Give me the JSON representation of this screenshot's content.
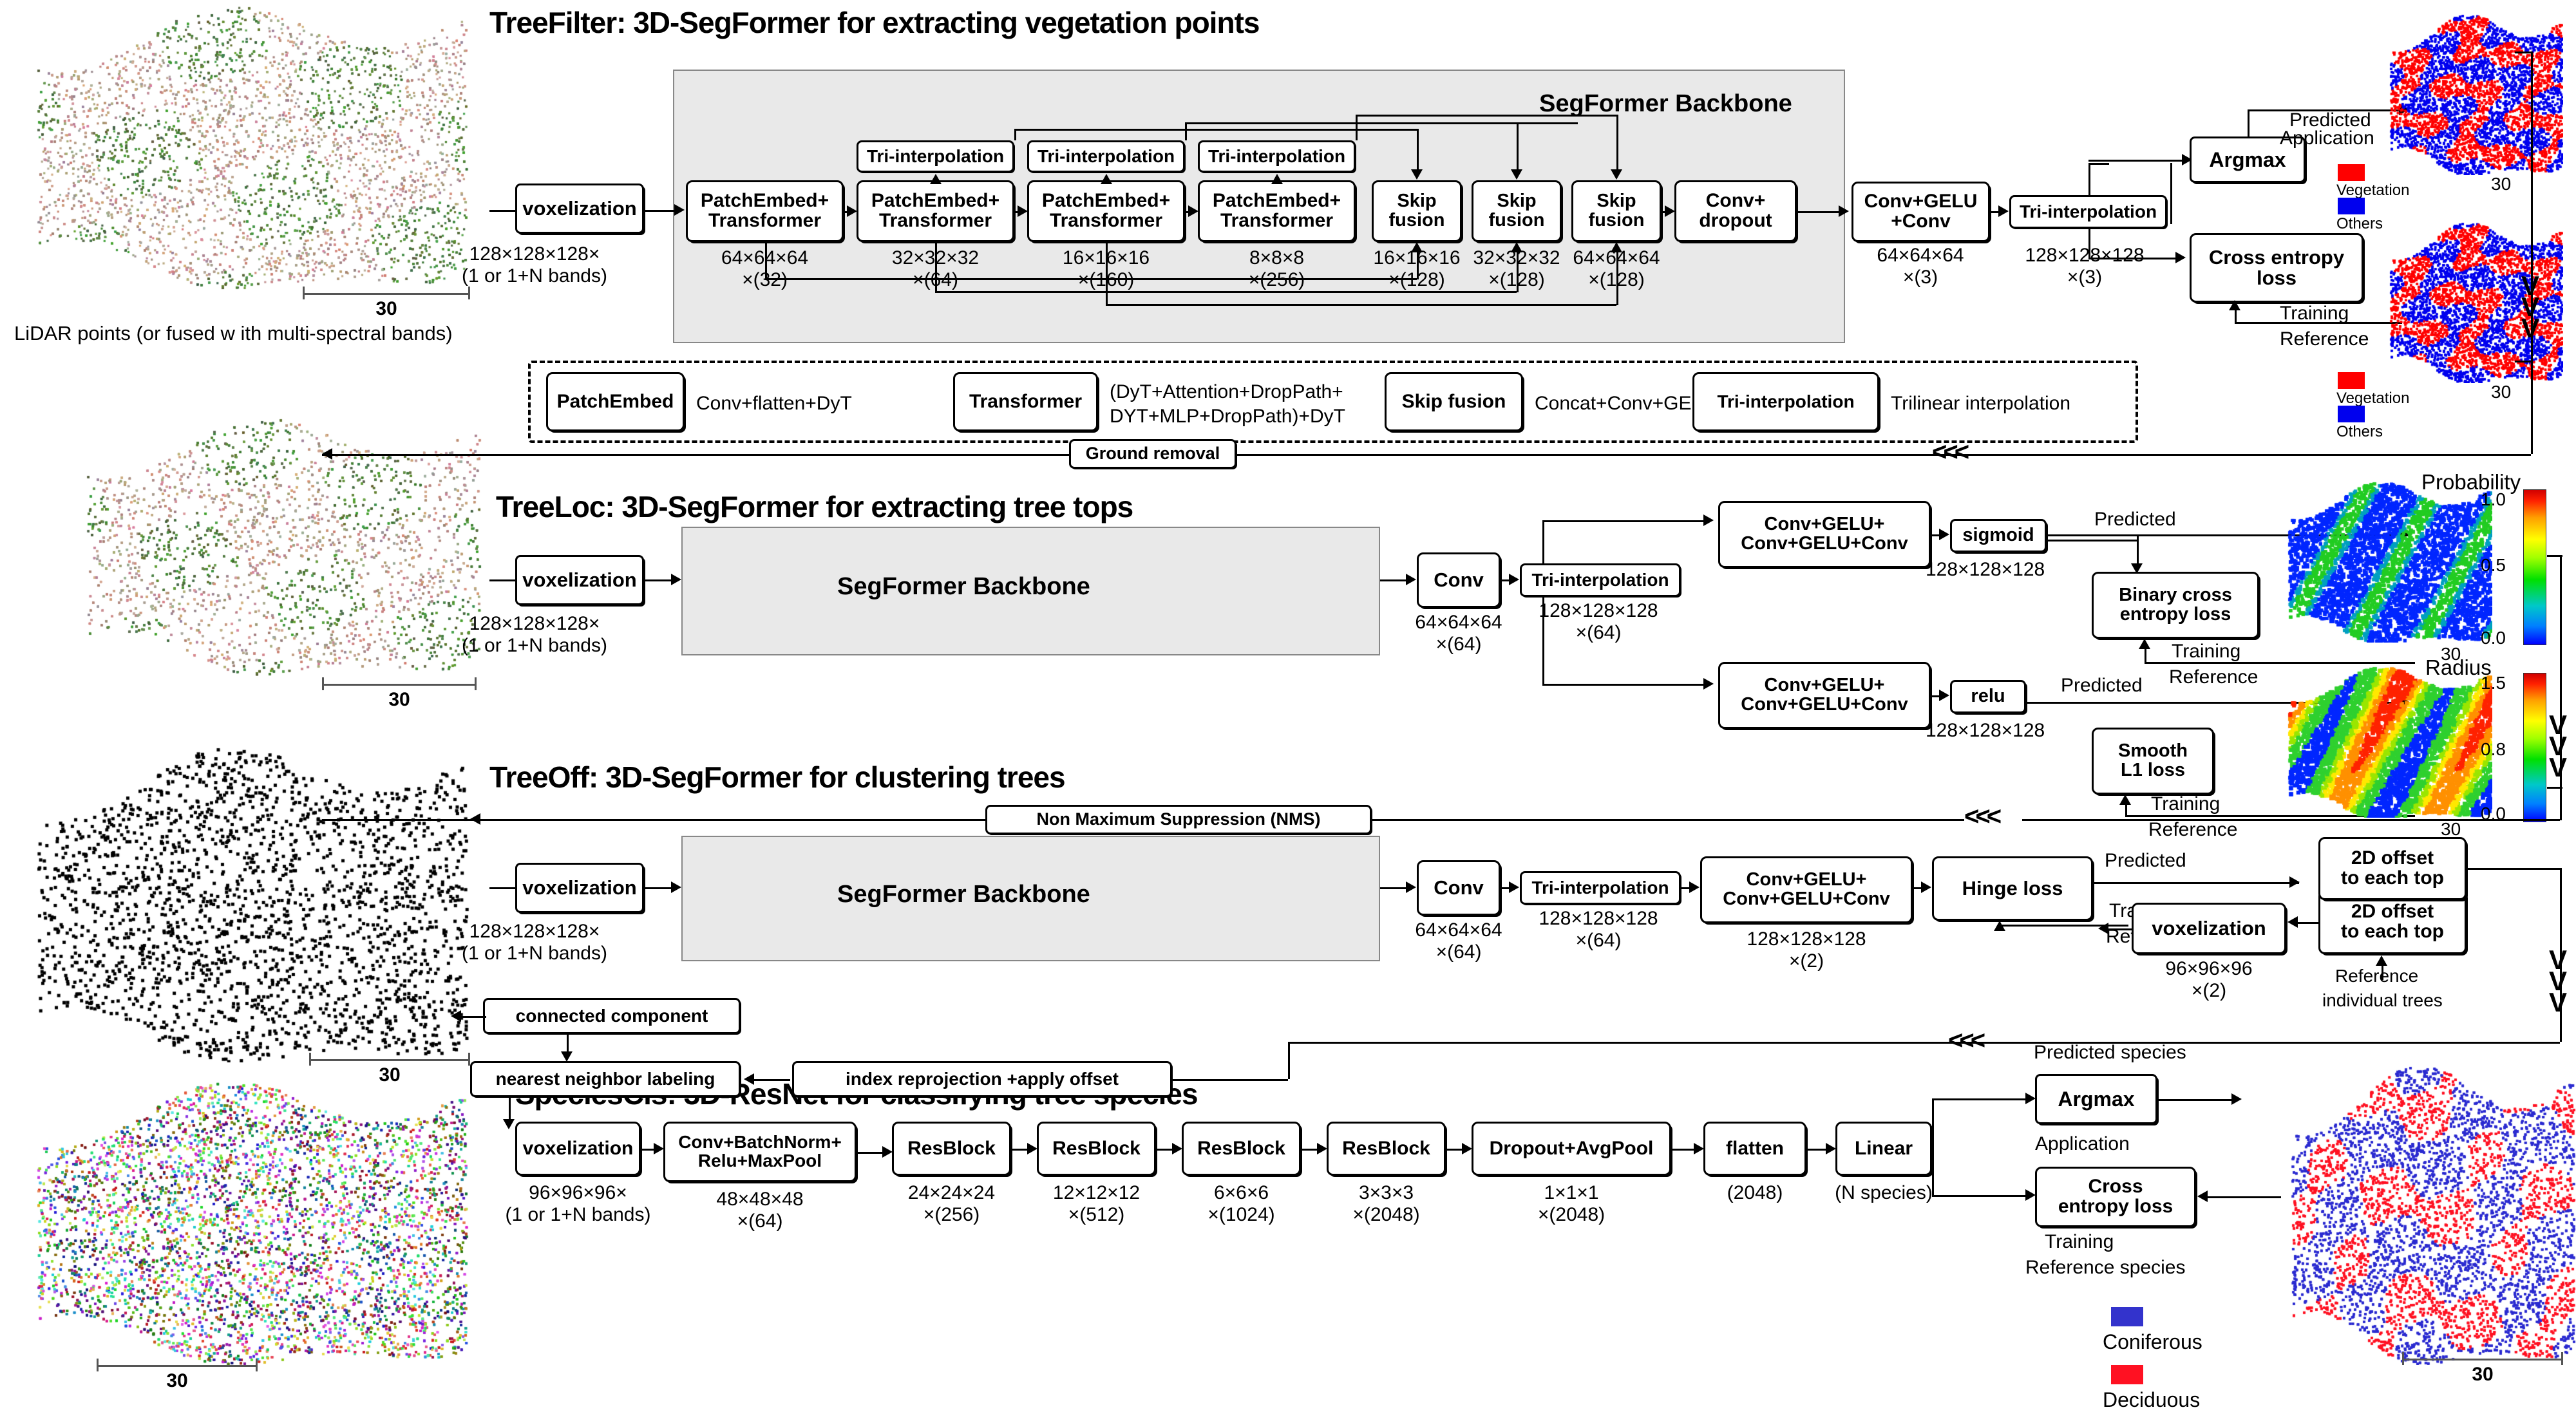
{
  "figure": {
    "scale_label": "30",
    "input_caption": "LiDAR points (or fused w ith multi-spectral bands)"
  },
  "sections": [
    {
      "id": "treefilter",
      "title": "TreeFilter: 3D-SegFormer for extracting vegetation points"
    },
    {
      "id": "treeloc",
      "title": "TreeLoc: 3D-SegFormer for extracting tree tops"
    },
    {
      "id": "treeoff",
      "title": "TreeOff: 3D-SegFormer for clustering trees"
    },
    {
      "id": "speciescls",
      "title": "SpeciesCls: 3D-ResNet for classifying tree species"
    }
  ],
  "treefilter": {
    "voxelization": "voxelization",
    "input_dim1": "128×128×128×",
    "input_dim2": "(1 or 1+N bands)",
    "backbone_label": "SegFormer Backbone",
    "stage_blocks": [
      {
        "label": "PatchEmbed+\nTransformer",
        "dim1": "64×64×64",
        "dim2": "×(32)"
      },
      {
        "label": "PatchEmbed+\nTransformer",
        "dim1": "32×32×32",
        "dim2": "×(64)"
      },
      {
        "label": "PatchEmbed+\nTransformer",
        "dim1": "16×16×16",
        "dim2": "×(160)"
      },
      {
        "label": "PatchEmbed+\nTransformer",
        "dim1": "8×8×8",
        "dim2": "×(256)"
      }
    ],
    "tri_interp_label": "Tri-interpolation",
    "skip_blocks": [
      {
        "label": "Skip\nfusion",
        "dim1": "16×16×16",
        "dim2": "×(128)"
      },
      {
        "label": "Skip\nfusion",
        "dim1": "32×32×32",
        "dim2": "×(128)"
      },
      {
        "label": "Skip\nfusion",
        "dim1": "64×64×64",
        "dim2": "×(128)"
      }
    ],
    "conv_dropout": "Conv+\ndropout",
    "conv_gelu_conv": "Conv+GELU\n+Conv",
    "conv_gelu_conv_dim1": "64×64×64",
    "conv_gelu_conv_dim2": "×(3)",
    "tri_interp_out": "Tri-interpolation",
    "tri_interp_out_dim1": "128×128×128",
    "tri_interp_out_dim2": "×(3)",
    "argmax": "Argmax",
    "cross_entropy_loss": "Cross entropy\nloss",
    "predicted": "Predicted",
    "application": "Application",
    "training": "Training",
    "reference": "Reference",
    "legend": [
      {
        "color": "#ff0000",
        "label": "Vegetation"
      },
      {
        "color": "#0000ee",
        "label": "Others"
      }
    ]
  },
  "legend_panel": {
    "items": [
      {
        "box": "PatchEmbed",
        "desc": "Conv+flatten+DyT"
      },
      {
        "box": "Transformer",
        "desc": "(DyT+Attention+DropPath+\nDYT+MLP+DropPath)+DyT"
      },
      {
        "box": "Skip fusion",
        "desc": "Concat+Conv+GELU"
      },
      {
        "box": "Tri-interpolation",
        "desc": "Trilinear interpolation"
      }
    ]
  },
  "flow_labels": {
    "ground_removal": "Ground removal",
    "nms": "Non Maximum Suppression (NMS)",
    "connected_component": "connected component",
    "nearest_neighbor_labeling": "nearest neighbor labeling",
    "index_reprojection": "index reprojection +apply offset",
    "back_arrow": "<<<"
  },
  "treeloc": {
    "voxelization": "voxelization",
    "input_dim1": "128×128×128×",
    "input_dim2": "(1 or 1+N bands)",
    "backbone_label": "SegFormer Backbone",
    "conv": "Conv",
    "conv_dim1": "64×64×64",
    "conv_dim2": "×(64)",
    "tri_interp": "Tri-interpolation",
    "tri_interp_dim1": "128×128×128",
    "tri_interp_dim2": "×(64)",
    "head_top": "Conv+GELU+\nConv+GELU+Conv",
    "sigmoid": "sigmoid",
    "sigmoid_dim": "128×128×128",
    "bce_loss": "Binary cross\nentropy loss",
    "head_bottom": "Conv+GELU+\nConv+GELU+Conv",
    "relu": "relu",
    "relu_dim": "128×128×128",
    "smooth_l1": "Smooth\nL1 loss",
    "predicted": "Predicted",
    "training": "Training",
    "reference": "Reference",
    "colorbars": [
      {
        "title": "Probability",
        "ticks": [
          "1.0",
          "0.5",
          "0.0"
        ]
      },
      {
        "title": "Radius",
        "ticks": [
          "1.5",
          "0.8",
          "0.0"
        ]
      }
    ]
  },
  "treeoff": {
    "voxelization": "voxelization",
    "input_dim1": "128×128×128×",
    "input_dim2": "(1 or 1+N bands)",
    "backbone_label": "SegFormer Backbone",
    "conv": "Conv",
    "conv_dim1": "64×64×64",
    "conv_dim2": "×(64)",
    "tri_interp": "Tri-interpolation",
    "tri_interp_dim1": "128×128×128",
    "tri_interp_dim2": "×(64)",
    "head": "Conv+GELU+\nConv+GELU+Conv",
    "head_dim1": "128×128×128",
    "head_dim2": "×(2)",
    "hinge_loss": "Hinge loss",
    "predicted": "Predicted",
    "training": "Training",
    "reference": "Reference",
    "offset_pred": "2D offset\nto each top",
    "offset_ref": "2D offset\nto each top",
    "ref_voxelization": "voxelization",
    "ref_voxel_dim1": "96×96×96",
    "ref_voxel_dim2": "×(2)",
    "ref_note1": "Reference",
    "ref_note2": "individual trees"
  },
  "speciescls": {
    "blocks": [
      {
        "label": "voxelization",
        "dim1": "96×96×96×",
        "dim2": "(1 or 1+N bands)"
      },
      {
        "label": "Conv+BatchNorm+\nRelu+MaxPool",
        "dim1": "48×48×48",
        "dim2": "×(64)"
      },
      {
        "label": "ResBlock",
        "dim1": "24×24×24",
        "dim2": "×(256)"
      },
      {
        "label": "ResBlock",
        "dim1": "12×12×12",
        "dim2": "×(512)"
      },
      {
        "label": "ResBlock",
        "dim1": "6×6×6",
        "dim2": "×(1024)"
      },
      {
        "label": "ResBlock",
        "dim1": "3×3×3",
        "dim2": "×(2048)"
      },
      {
        "label": "Dropout+AvgPool",
        "dim1": "1×1×1",
        "dim2": "×(2048)"
      },
      {
        "label": "flatten",
        "dim1": "(2048)",
        "dim2": ""
      },
      {
        "label": "Linear",
        "dim1": "(N species)",
        "dim2": ""
      }
    ],
    "argmax": "Argmax",
    "cross_entropy_loss": "Cross\nentropy loss",
    "predicted_species": "Predicted species",
    "application": "Application",
    "training": "Training",
    "reference_species": "Reference species",
    "legend": [
      {
        "color": "#3333cc",
        "label": "Coniferous"
      },
      {
        "color": "#ff1122",
        "label": "Deciduous"
      }
    ]
  },
  "colors": {
    "vegetation": "#ff0000",
    "others": "#0000ee",
    "coniferous": "#3333cc",
    "deciduous": "#ff1122",
    "backbone_fill": "#e9e9e9"
  }
}
